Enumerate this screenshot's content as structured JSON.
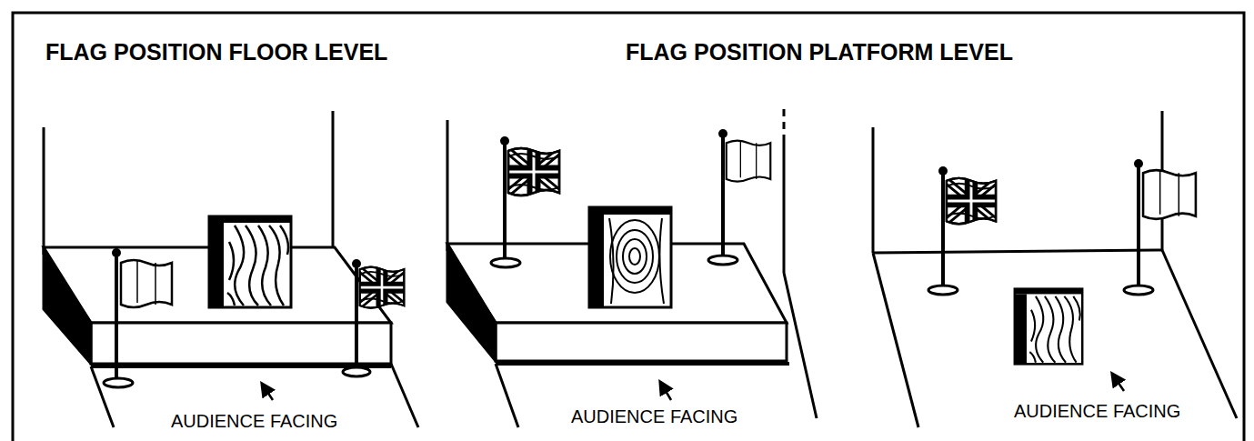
{
  "diagram": {
    "labels": [
      "FLAG POSITION FLOOR LEVEL",
      "FLAG POSITION PLATFORM LEVEL",
      "AUDIENCE FACING",
      "AUDIENCE FACING",
      "AUDIENCE FACING"
    ]
  }
}
